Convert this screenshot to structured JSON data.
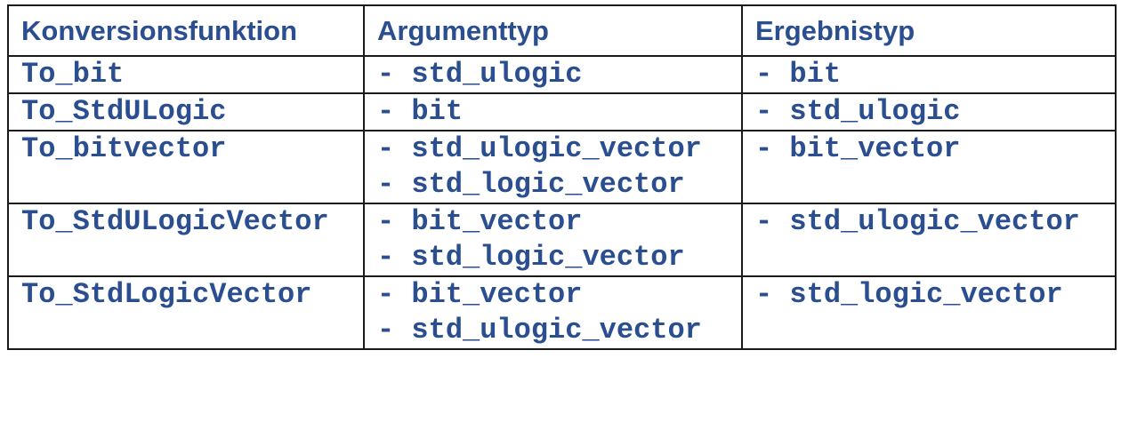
{
  "table": {
    "headers": [
      "Konversionsfunktion",
      "Argumenttyp",
      "Ergebnistyp"
    ],
    "rows": [
      {
        "function": "To_bit",
        "arguments": [
          "- std_ulogic"
        ],
        "results": [
          "- bit"
        ]
      },
      {
        "function": "To_StdULogic",
        "arguments": [
          "- bit"
        ],
        "results": [
          "- std_ulogic"
        ]
      },
      {
        "function": "To_bitvector",
        "arguments": [
          "- std_ulogic_vector",
          "- std_logic_vector"
        ],
        "results": [
          "- bit_vector"
        ]
      },
      {
        "function": "To_StdULogicVector",
        "arguments": [
          "- bit_vector",
          "- std_logic_vector"
        ],
        "results": [
          "- std_ulogic_vector"
        ]
      },
      {
        "function": "To_StdLogicVector",
        "arguments": [
          "- bit_vector",
          "- std_ulogic_vector"
        ],
        "results": [
          "- std_logic_vector"
        ]
      }
    ]
  },
  "colors": {
    "text": "#2a4e8f",
    "border": "#1a1a1a"
  }
}
